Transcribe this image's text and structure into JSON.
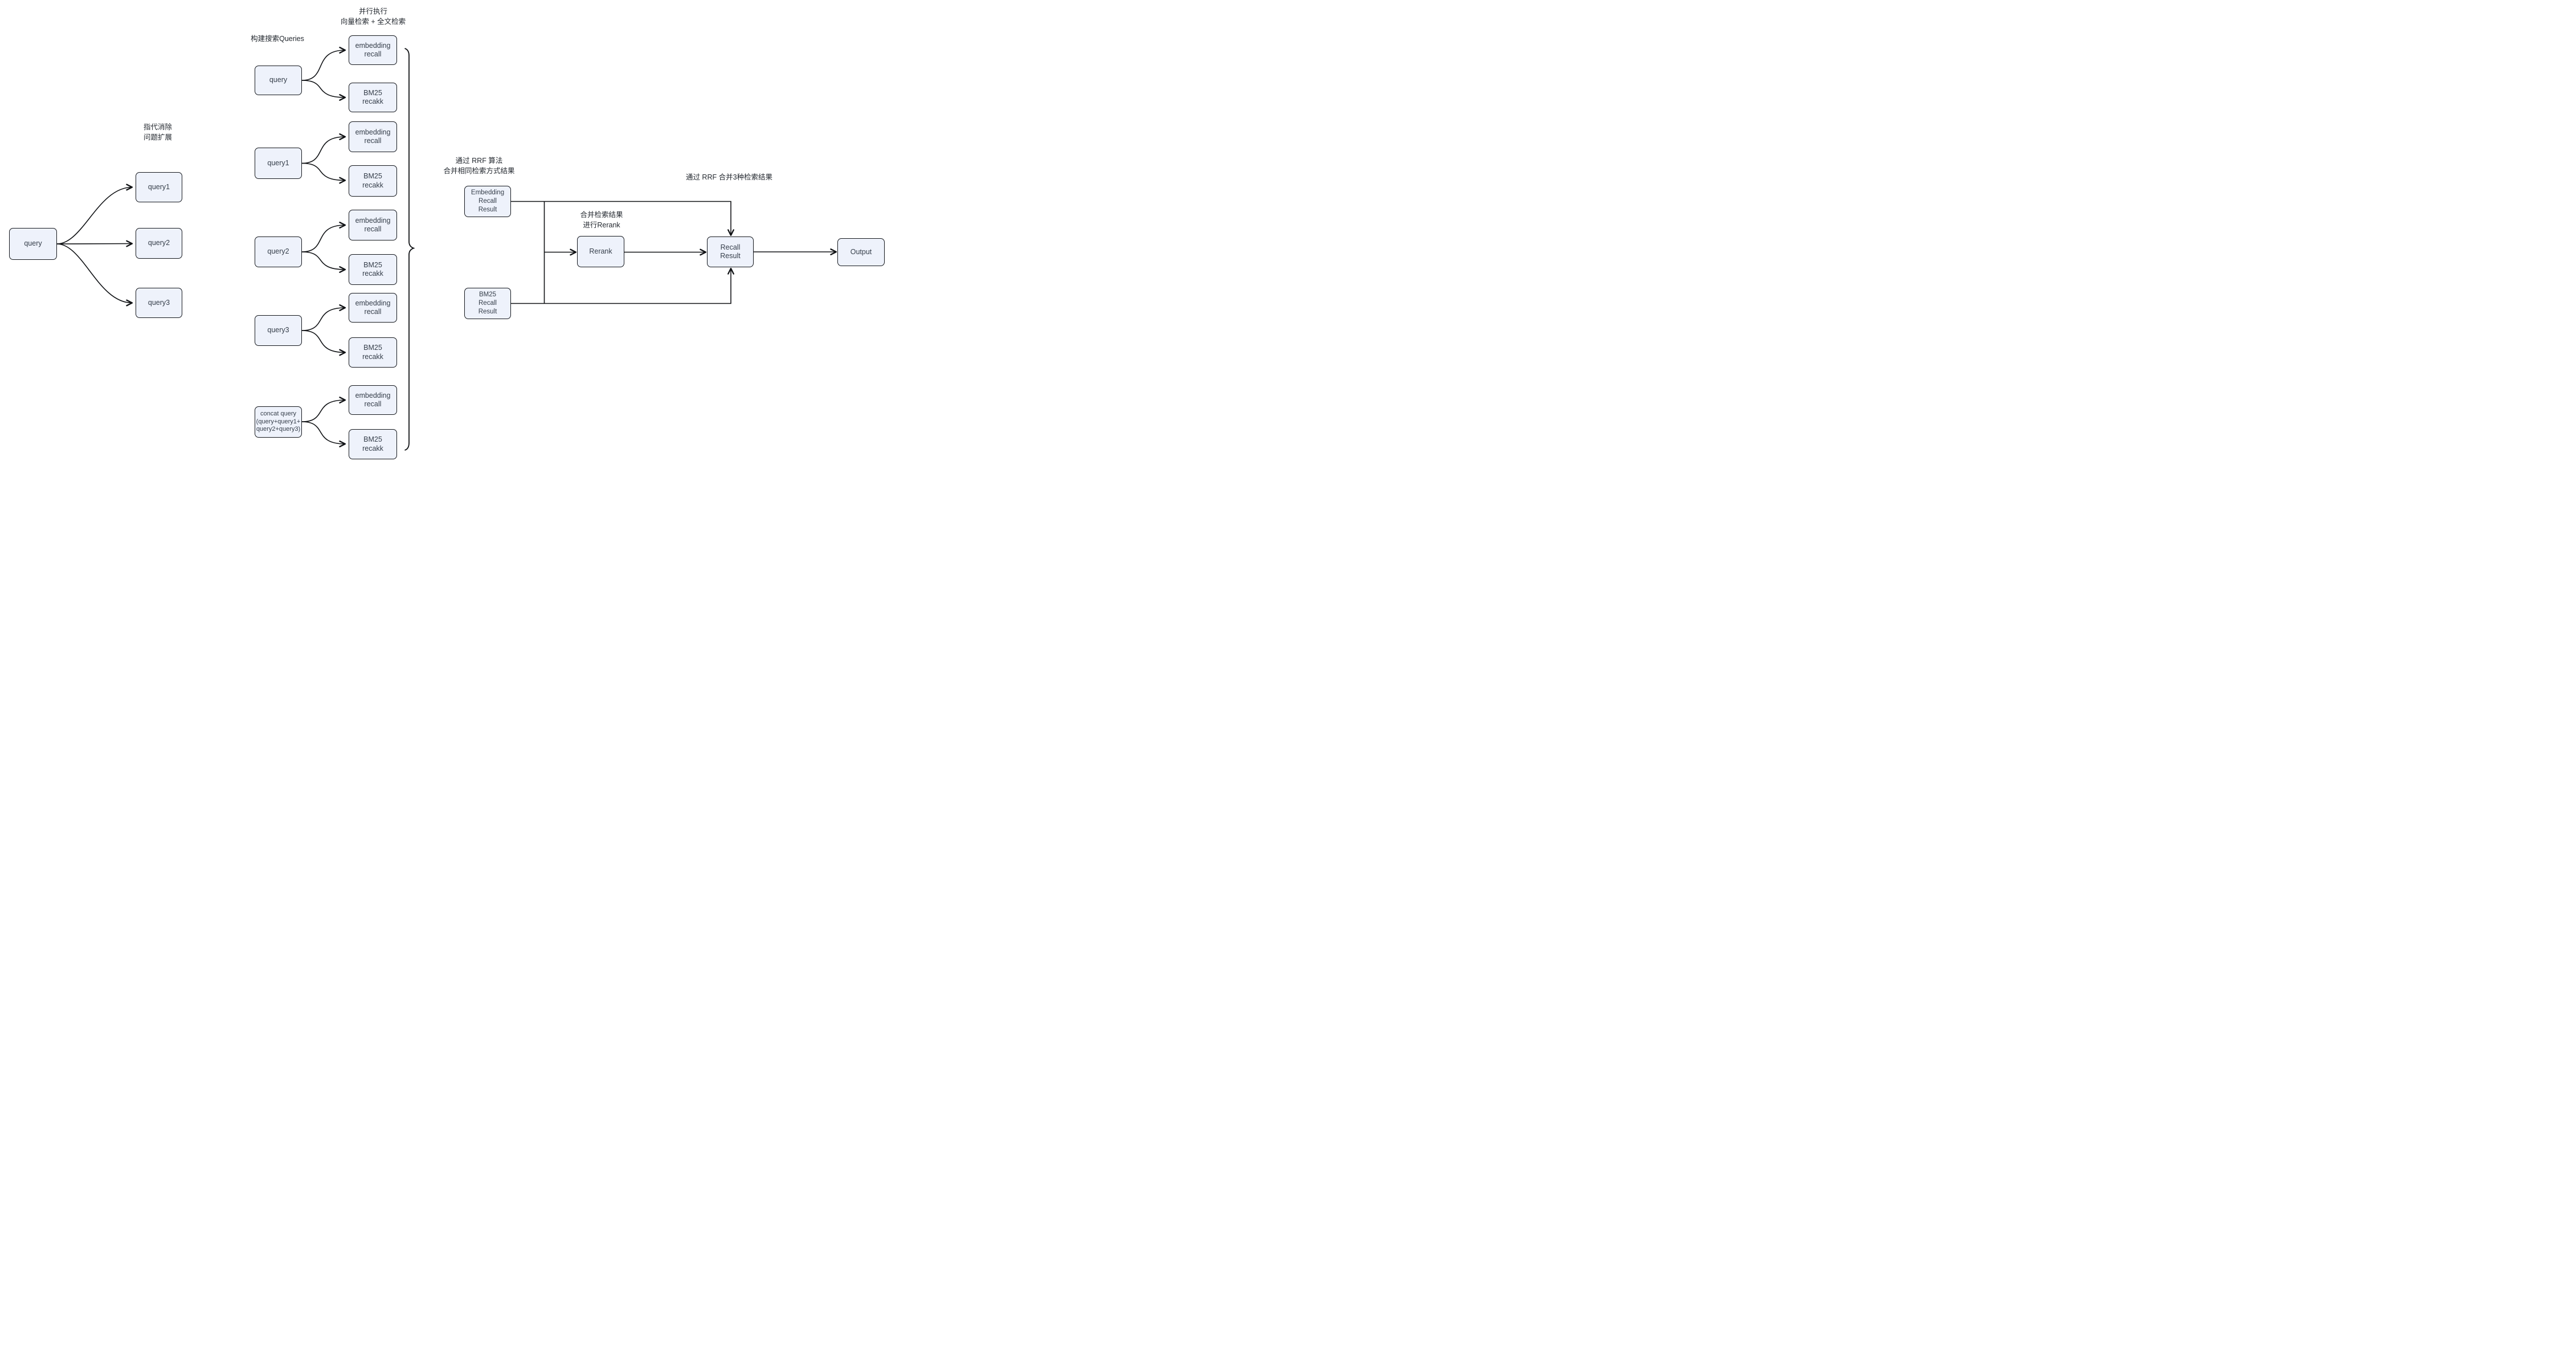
{
  "annotations": {
    "parallel_execution": "并行执行\n向量检索 + 全文检索",
    "build_queries": "构建搜索Queries",
    "coreference_expand": "指代消除\n问题扩展",
    "rrf_same_method": "通过 RRF 算法\n合并相同检索方式结果",
    "rrf_merge_three": "通过 RRF 合并3种检索结果",
    "rerank_note": "合并检索结果\n进行Rerank"
  },
  "nodes": {
    "query": "query",
    "query1": "query1",
    "query2": "query2",
    "query3": "query3",
    "concat_query": "concat query\n(query+query1+\nquery2+query3)",
    "embedding_recall": "embedding\nrecall",
    "bm25_recall": "BM25\nrecakk",
    "embedding_recall_result": "Embedding\nRecall\nResult",
    "bm25_recall_result": "BM25\nRecall\nResult",
    "rerank": "Rerank",
    "recall_result": "Recall\nResult",
    "output": "Output"
  },
  "colors": {
    "node_fill": "#eef2fb",
    "node_border": "#14171c",
    "edge_stroke": "#101215",
    "text": "#353e4a"
  }
}
